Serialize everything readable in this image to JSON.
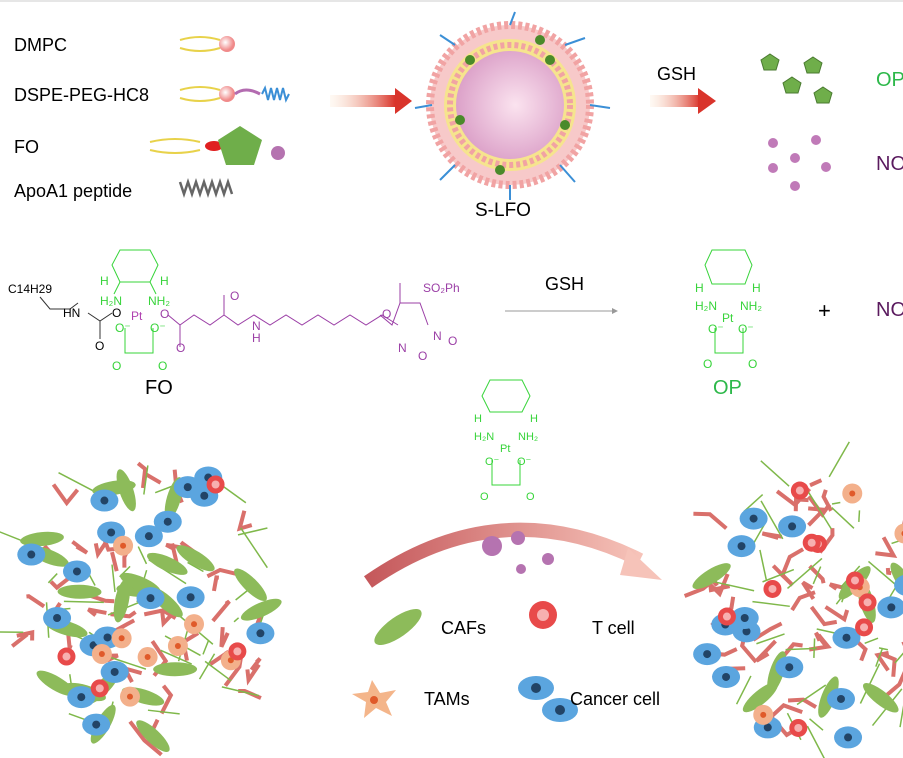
{
  "legend_top": {
    "items": [
      "DMPC",
      "DSPE-PEG-HC8",
      "FO",
      "ApoA1 peptide"
    ]
  },
  "nanoparticle_label": "S-LFO",
  "reaction_top": {
    "reagent": "GSH",
    "products": [
      "OP",
      "NO"
    ]
  },
  "chemistry": {
    "fo_label": "FO",
    "reagent": "GSH",
    "plus": "+",
    "op_label": "OP",
    "no_label": "NO",
    "atoms": {
      "alkyl": "C14H29",
      "hn": "HN",
      "nh": "N",
      "h": "H",
      "pt": "Pt",
      "o": "O",
      "h2n": "H2N",
      "nh2": "NH2",
      "o_minus": "O-",
      "so2ph": "SO2Ph",
      "n": "N"
    }
  },
  "cell_legend": {
    "cafs": "CAFs",
    "t_cell": "T cell",
    "tams": "TAMs",
    "cancer_cell": "Cancer cell"
  },
  "colors": {
    "green": "#2db84a",
    "purple": "#7b2a7e",
    "arrow_red": "#d9342b",
    "fiber": "#d9706b"
  }
}
